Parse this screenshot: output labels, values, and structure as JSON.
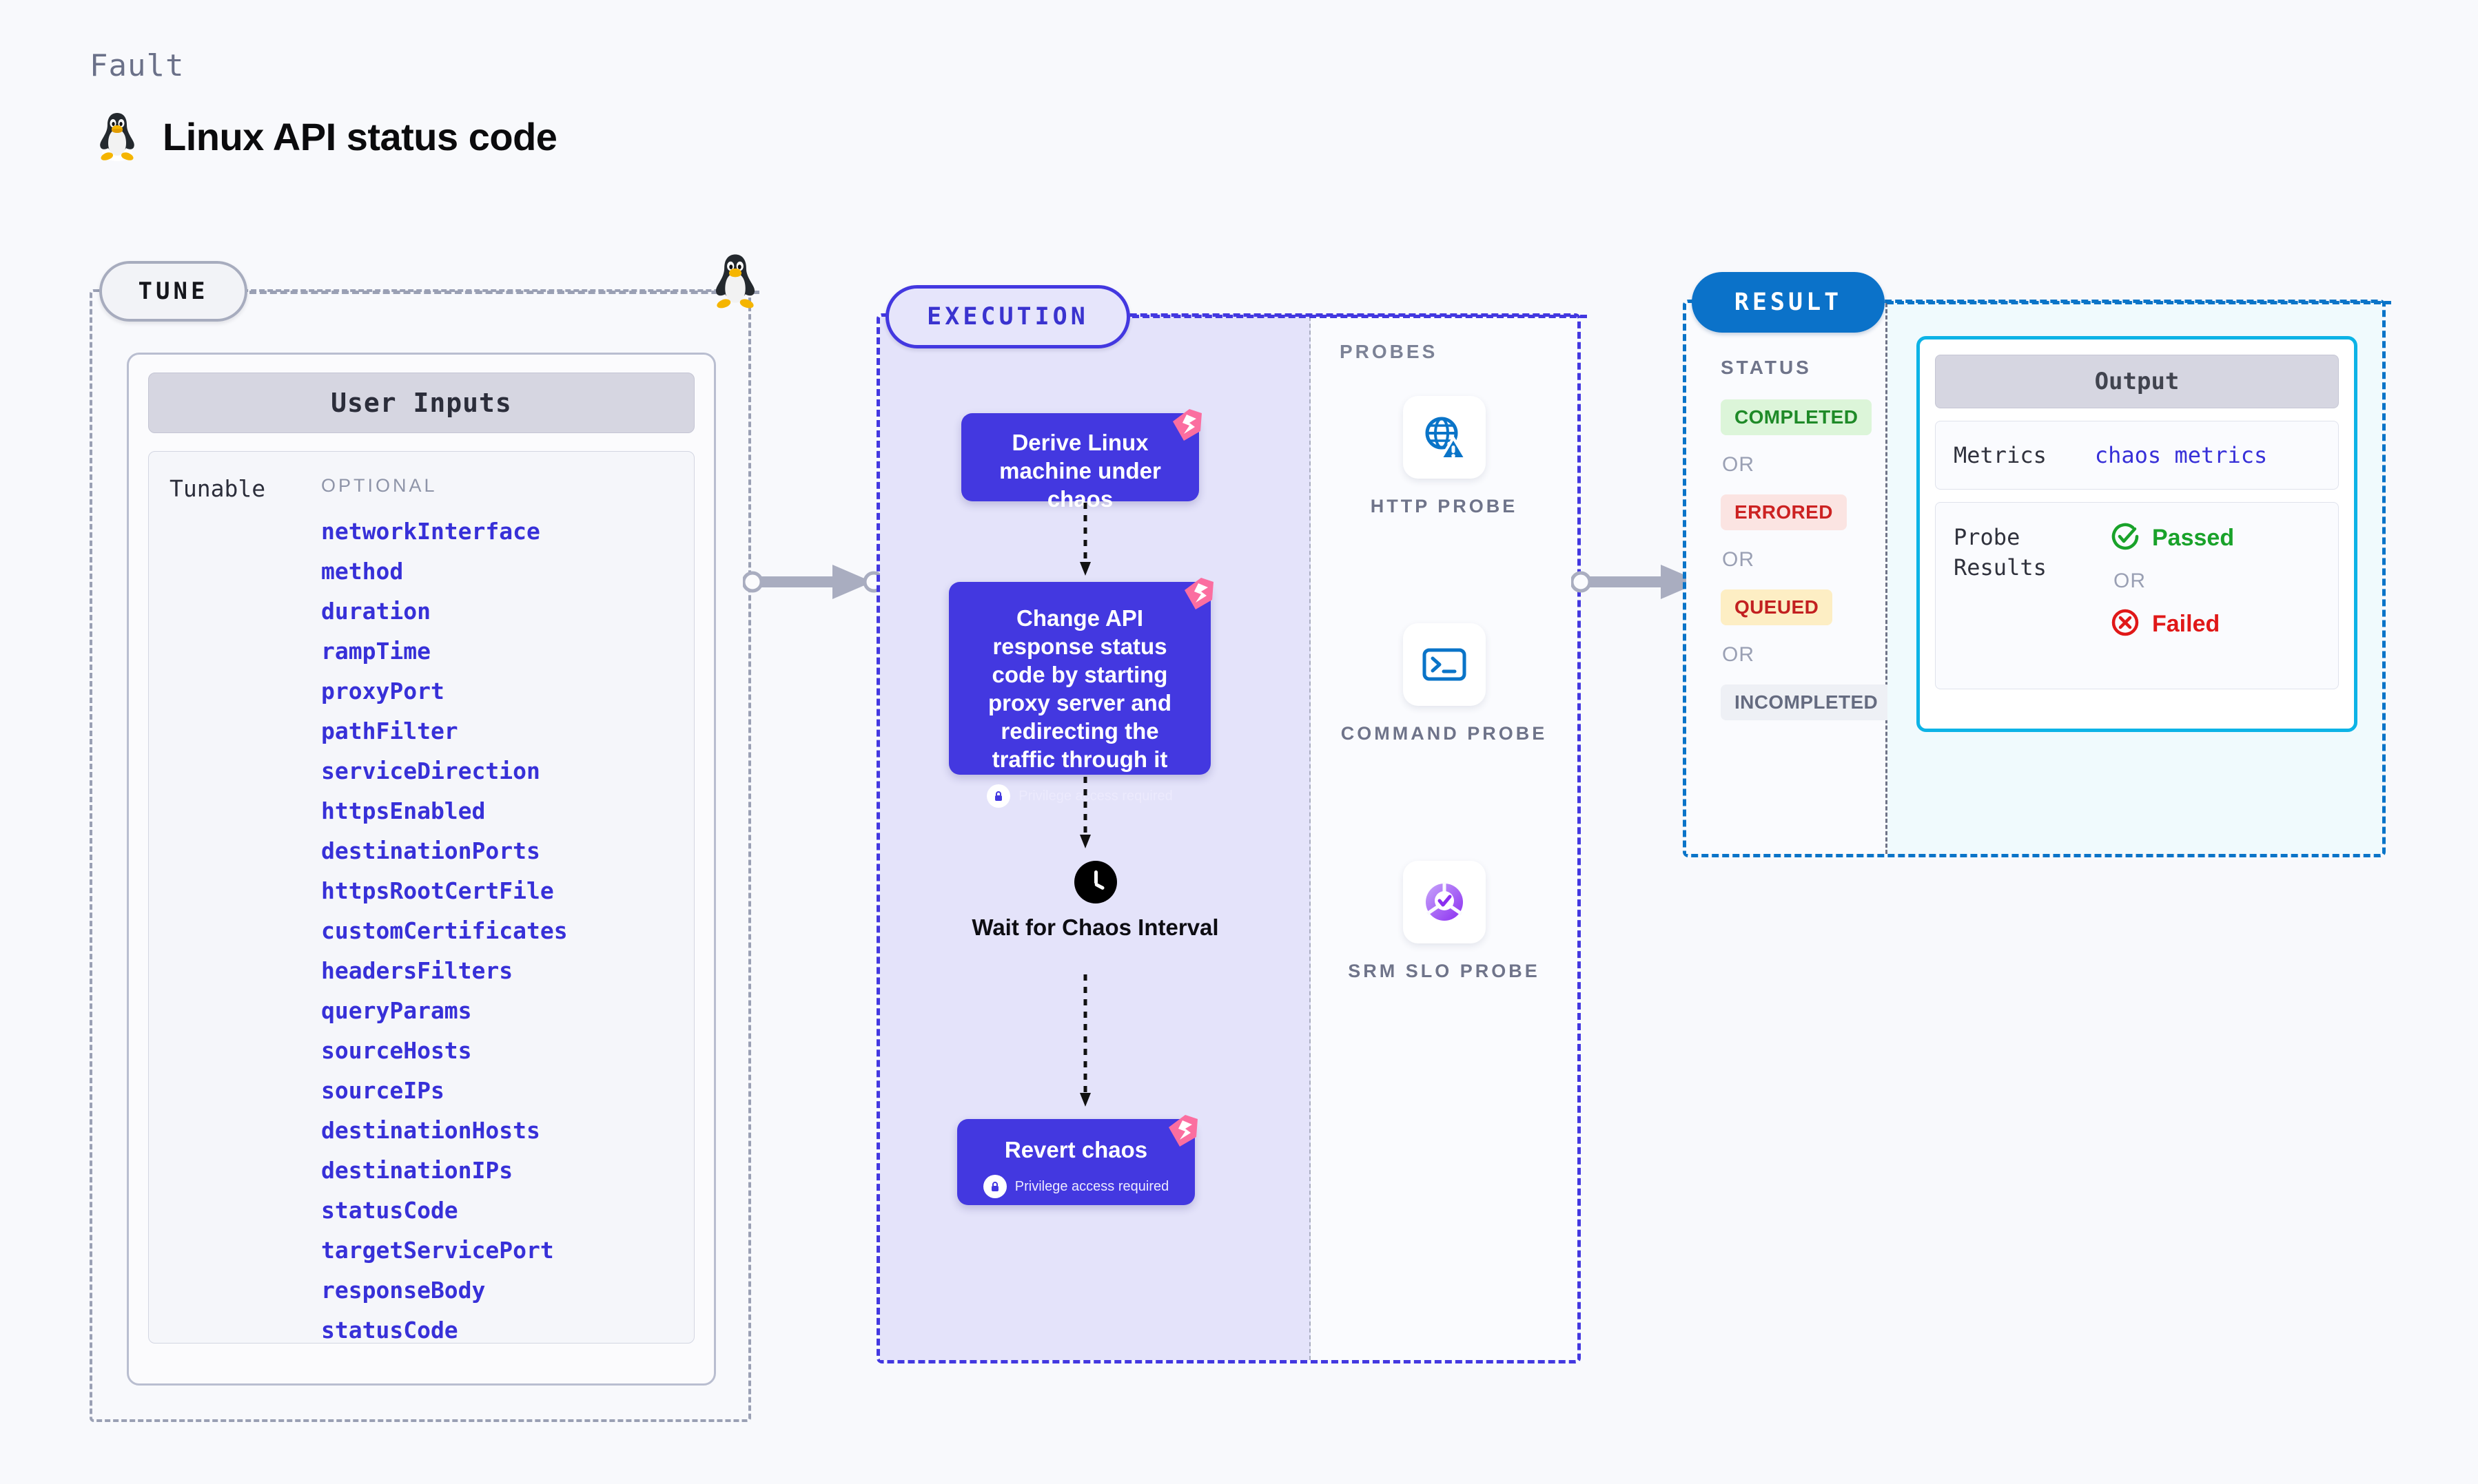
{
  "header": {
    "kicker": "Fault",
    "title": "Linux API status code",
    "icon": "tux-penguin-icon"
  },
  "tune": {
    "pill_label": "TUNE",
    "card": {
      "header": "User Inputs",
      "row_label": "Tunable",
      "group_label": "OPTIONAL",
      "params": [
        "networkInterface",
        "method",
        "duration",
        "rampTime",
        "proxyPort",
        "pathFilter",
        "serviceDirection",
        "httpsEnabled",
        "destinationPorts",
        "httpsRootCertFile",
        "customCertificates",
        "headersFilters",
        "queryParams",
        "sourceHosts",
        "sourceIPs",
        "destinationHosts",
        "destinationIPs",
        "statusCode",
        "targetServicePort",
        "responseBody",
        "statusCode"
      ]
    }
  },
  "execution": {
    "pill_label": "EXECUTION",
    "nodes": [
      {
        "title": "Derive Linux machine under chaos",
        "privilege": null,
        "ribbon": true
      },
      {
        "title": "Change API response status code by starting proxy server and redirecting the traffic through it",
        "privilege": "Privilege access required",
        "ribbon": true
      },
      {
        "title": "Revert chaos",
        "privilege": "Privilege access required",
        "ribbon": true
      }
    ],
    "wait_step": {
      "label": "Wait for Chaos Interval",
      "icon": "clock-icon"
    }
  },
  "probes": {
    "section_label": "PROBES",
    "items": [
      {
        "label": "HTTP PROBE",
        "icon": "globe-warning-icon"
      },
      {
        "label": "COMMAND PROBE",
        "icon": "terminal-icon"
      },
      {
        "label": "SRM SLO PROBE",
        "icon": "slo-donut-check-icon"
      }
    ]
  },
  "result": {
    "pill_label": "RESULT",
    "status_label": "STATUS",
    "or_label": "OR",
    "statuses": [
      {
        "text": "COMPLETED",
        "fg": "#1f8a28",
        "bg": "#dcf5d9"
      },
      {
        "text": "ERRORED",
        "fg": "#cc2222",
        "bg": "#fbe4e2"
      },
      {
        "text": "QUEUED",
        "fg": "#c22020",
        "bg": "#fdeec4"
      },
      {
        "text": "INCOMPLETED",
        "fg": "#656b80",
        "bg": "#eef0f5"
      }
    ],
    "output": {
      "header": "Output",
      "metrics_key": "Metrics",
      "metrics_value": "chaos metrics",
      "probe_results_key": "Probe Results",
      "passed_label": "Passed",
      "failed_label": "Failed",
      "or_label": "OR"
    }
  },
  "colors": {
    "accent_purple": "#4338e0",
    "accent_blue": "#0b72c9",
    "accent_cyan": "#0db3e6",
    "ribbon_pink": "#fb6ea0",
    "param_blue": "#3730d8",
    "muted": "#6f748a",
    "page_bg": "#f8f9fc"
  }
}
